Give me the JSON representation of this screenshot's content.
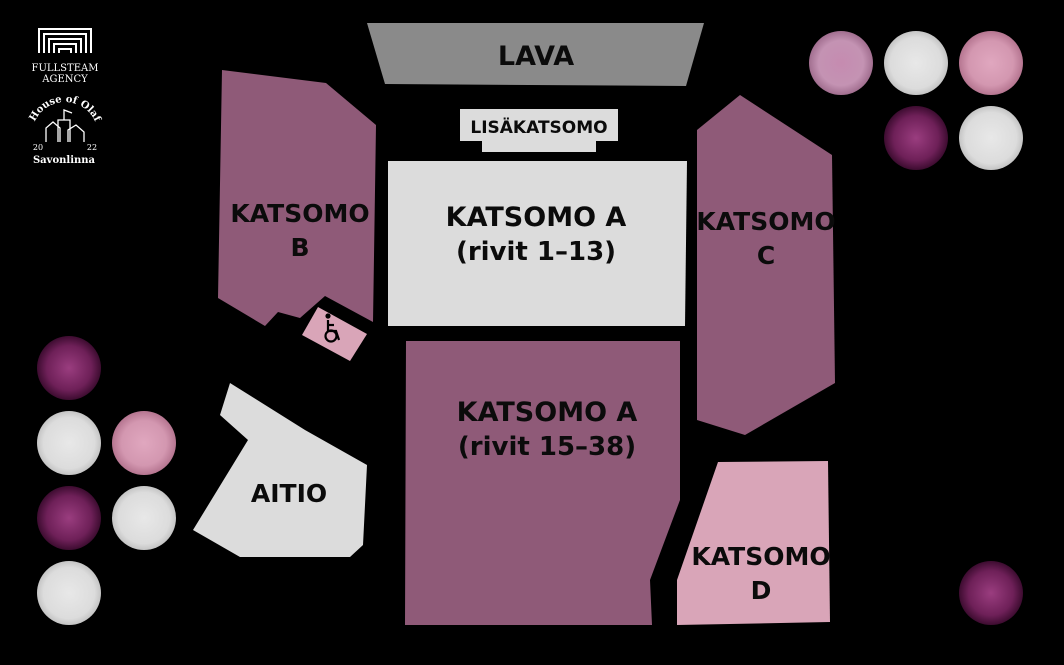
{
  "logos": {
    "agency_line1": "FULLSTEAM",
    "agency_line2": "AGENCY",
    "event_name": "House of Olaf",
    "year_left": "20",
    "year_right": "22",
    "city": "Savonlinna"
  },
  "sections": {
    "stage": "LAVA",
    "extra": "LISÄKATSOMO",
    "b_line1": "KATSOMO",
    "b_line2": "B",
    "a1_line1": "KATSOMO A",
    "a1_line2": "(rivit 1–13)",
    "a2_line1": "KATSOMO A",
    "a2_line2": "(rivit 15–38)",
    "c_line1": "KATSOMO",
    "c_line2": "C",
    "d_line1": "KATSOMO",
    "d_line2": "D",
    "box": "AITIO",
    "accessible_icon": "wheelchair-icon"
  },
  "colors": {
    "purple": "#8f5a78",
    "light": "#dcdcdc",
    "pink": "#d9a5b8",
    "stage": "#8a8a8a",
    "dark_dot": "#6a1f55"
  }
}
